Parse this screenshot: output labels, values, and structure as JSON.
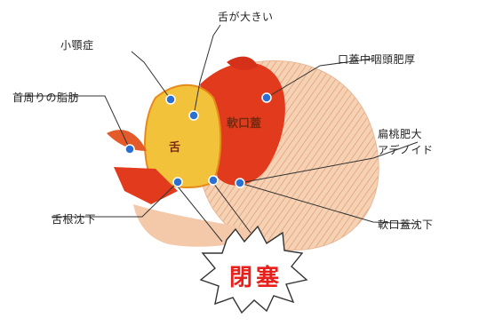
{
  "labels": {
    "tongue_large": "舌が大きい",
    "small_jaw": "小顎症",
    "neck_fat": "首周りの脂肪",
    "tongue_drop": "舌根沈下",
    "soft_palate_hypertrophy": "口蓋中咽頭肥厚",
    "tonsil_adenoid": "扁桃肥大\nアデノイド",
    "nasopharynx_drop": "軟口蓋沈下"
  },
  "parts": {
    "tongue": "舌",
    "soft_palate": "軟口蓋"
  },
  "closure": "閉塞",
  "colors": {
    "tongue": "#f2c23a",
    "tissue_red": "#e23a1c",
    "background_blob": "#f3c7a4",
    "closure_text": "#e8201c",
    "point": "#2a6fd1"
  }
}
